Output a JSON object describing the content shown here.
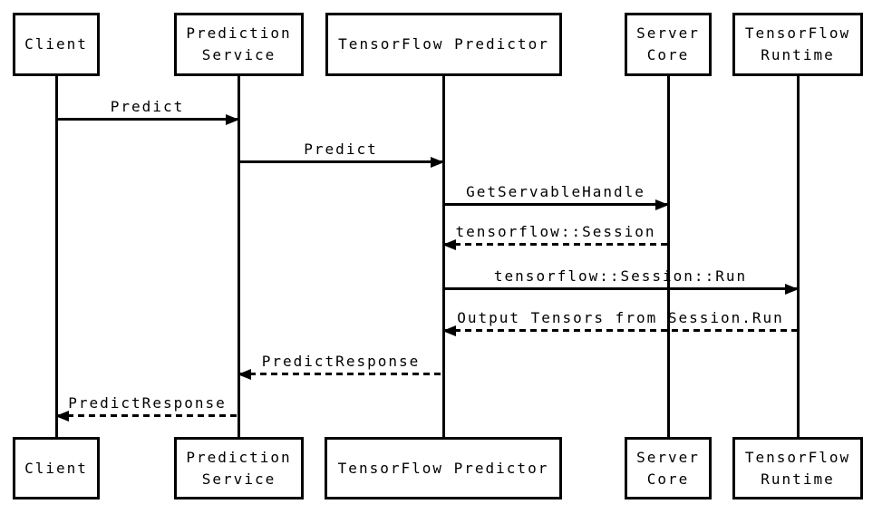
{
  "diagram": {
    "type": "sequence",
    "background_color": "#ffffff",
    "line_color": "#000000",
    "text_color": "#000000"
  },
  "actors": [
    {
      "id": "client",
      "label": "Client"
    },
    {
      "id": "prediction-service",
      "label": "Prediction Service"
    },
    {
      "id": "tensorflow-predictor",
      "label": "TensorFlow Predictor"
    },
    {
      "id": "server-core",
      "label": "Server Core"
    },
    {
      "id": "tensorflow-runtime",
      "label": "TensorFlow Runtime"
    }
  ],
  "messages": [
    {
      "label": "Predict",
      "from": "Client",
      "to": "Prediction Service",
      "line": "solid",
      "direction": "right"
    },
    {
      "label": "Predict",
      "from": "Prediction Service",
      "to": "TensorFlow Predictor",
      "line": "solid",
      "direction": "right"
    },
    {
      "label": "GetServableHandle",
      "from": "TensorFlow Predictor",
      "to": "Server Core",
      "line": "solid",
      "direction": "right"
    },
    {
      "label": "tensorflow::Session",
      "from": "Server Core",
      "to": "TensorFlow Predictor",
      "line": "dashed",
      "direction": "left"
    },
    {
      "label": "tensorflow::Session::Run",
      "from": "TensorFlow Predictor",
      "to": "TensorFlow Runtime",
      "line": "solid",
      "direction": "right"
    },
    {
      "label": "Output Tensors from Session.Run",
      "from": "TensorFlow Runtime",
      "to": "TensorFlow Predictor",
      "line": "dashed",
      "direction": "left"
    },
    {
      "label": "PredictResponse",
      "from": "TensorFlow Predictor",
      "to": "Prediction Service",
      "line": "dashed",
      "direction": "left"
    },
    {
      "label": "PredictResponse",
      "from": "Prediction Service",
      "to": "Client",
      "line": "dashed",
      "direction": "left"
    }
  ]
}
